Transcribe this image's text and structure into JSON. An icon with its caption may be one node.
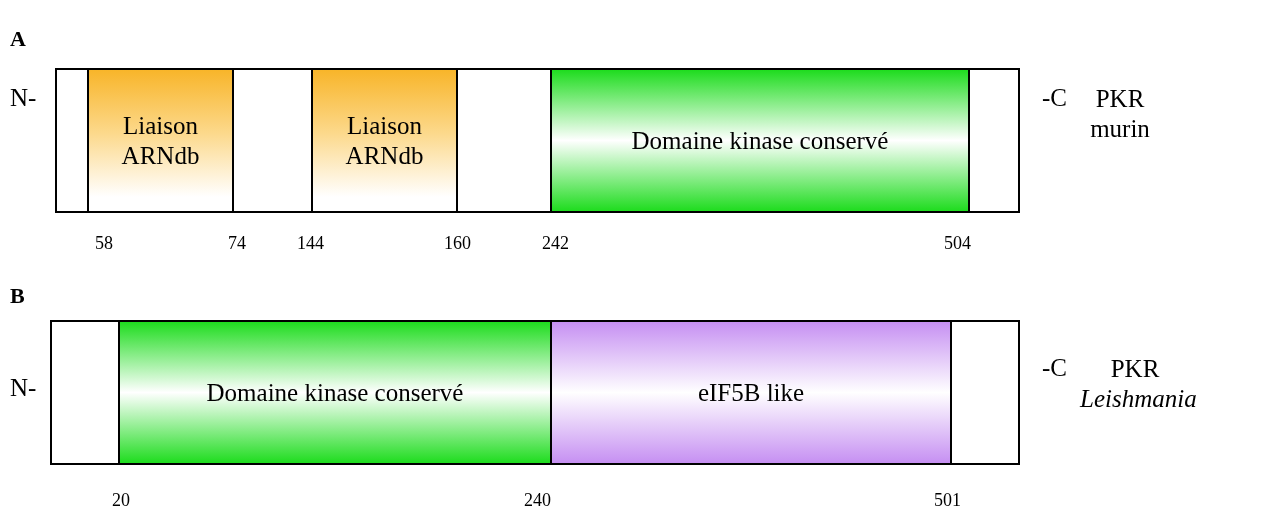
{
  "diagram": {
    "nodes": [
      {
        "text": [],
        "shape": "bar",
        "beside": [
          "N-",
          "-C",
          "PKR murin"
        ]
      },
      {
        "text": [
          "Liaison ARNdb"
        ],
        "in": 0
      },
      {
        "text": [
          "Liaison ARNdb"
        ],
        "in": 0
      },
      {
        "text": [
          "Domaine kinase conservé"
        ],
        "in": 0
      },
      {
        "text": [],
        "shape": "bar",
        "beside": [
          "N-",
          "-C",
          "PKR *Leishmania*"
        ]
      },
      {
        "text": [
          "Domaine kinase conservé"
        ],
        "in": 4
      },
      {
        "text": [
          "eIF5B like"
        ],
        "in": 4
      }
    ],
    "labels": [
      "A",
      "58",
      "74",
      "144",
      "160",
      "242",
      "504",
      "B",
      "20",
      "240",
      "501"
    ]
  }
}
